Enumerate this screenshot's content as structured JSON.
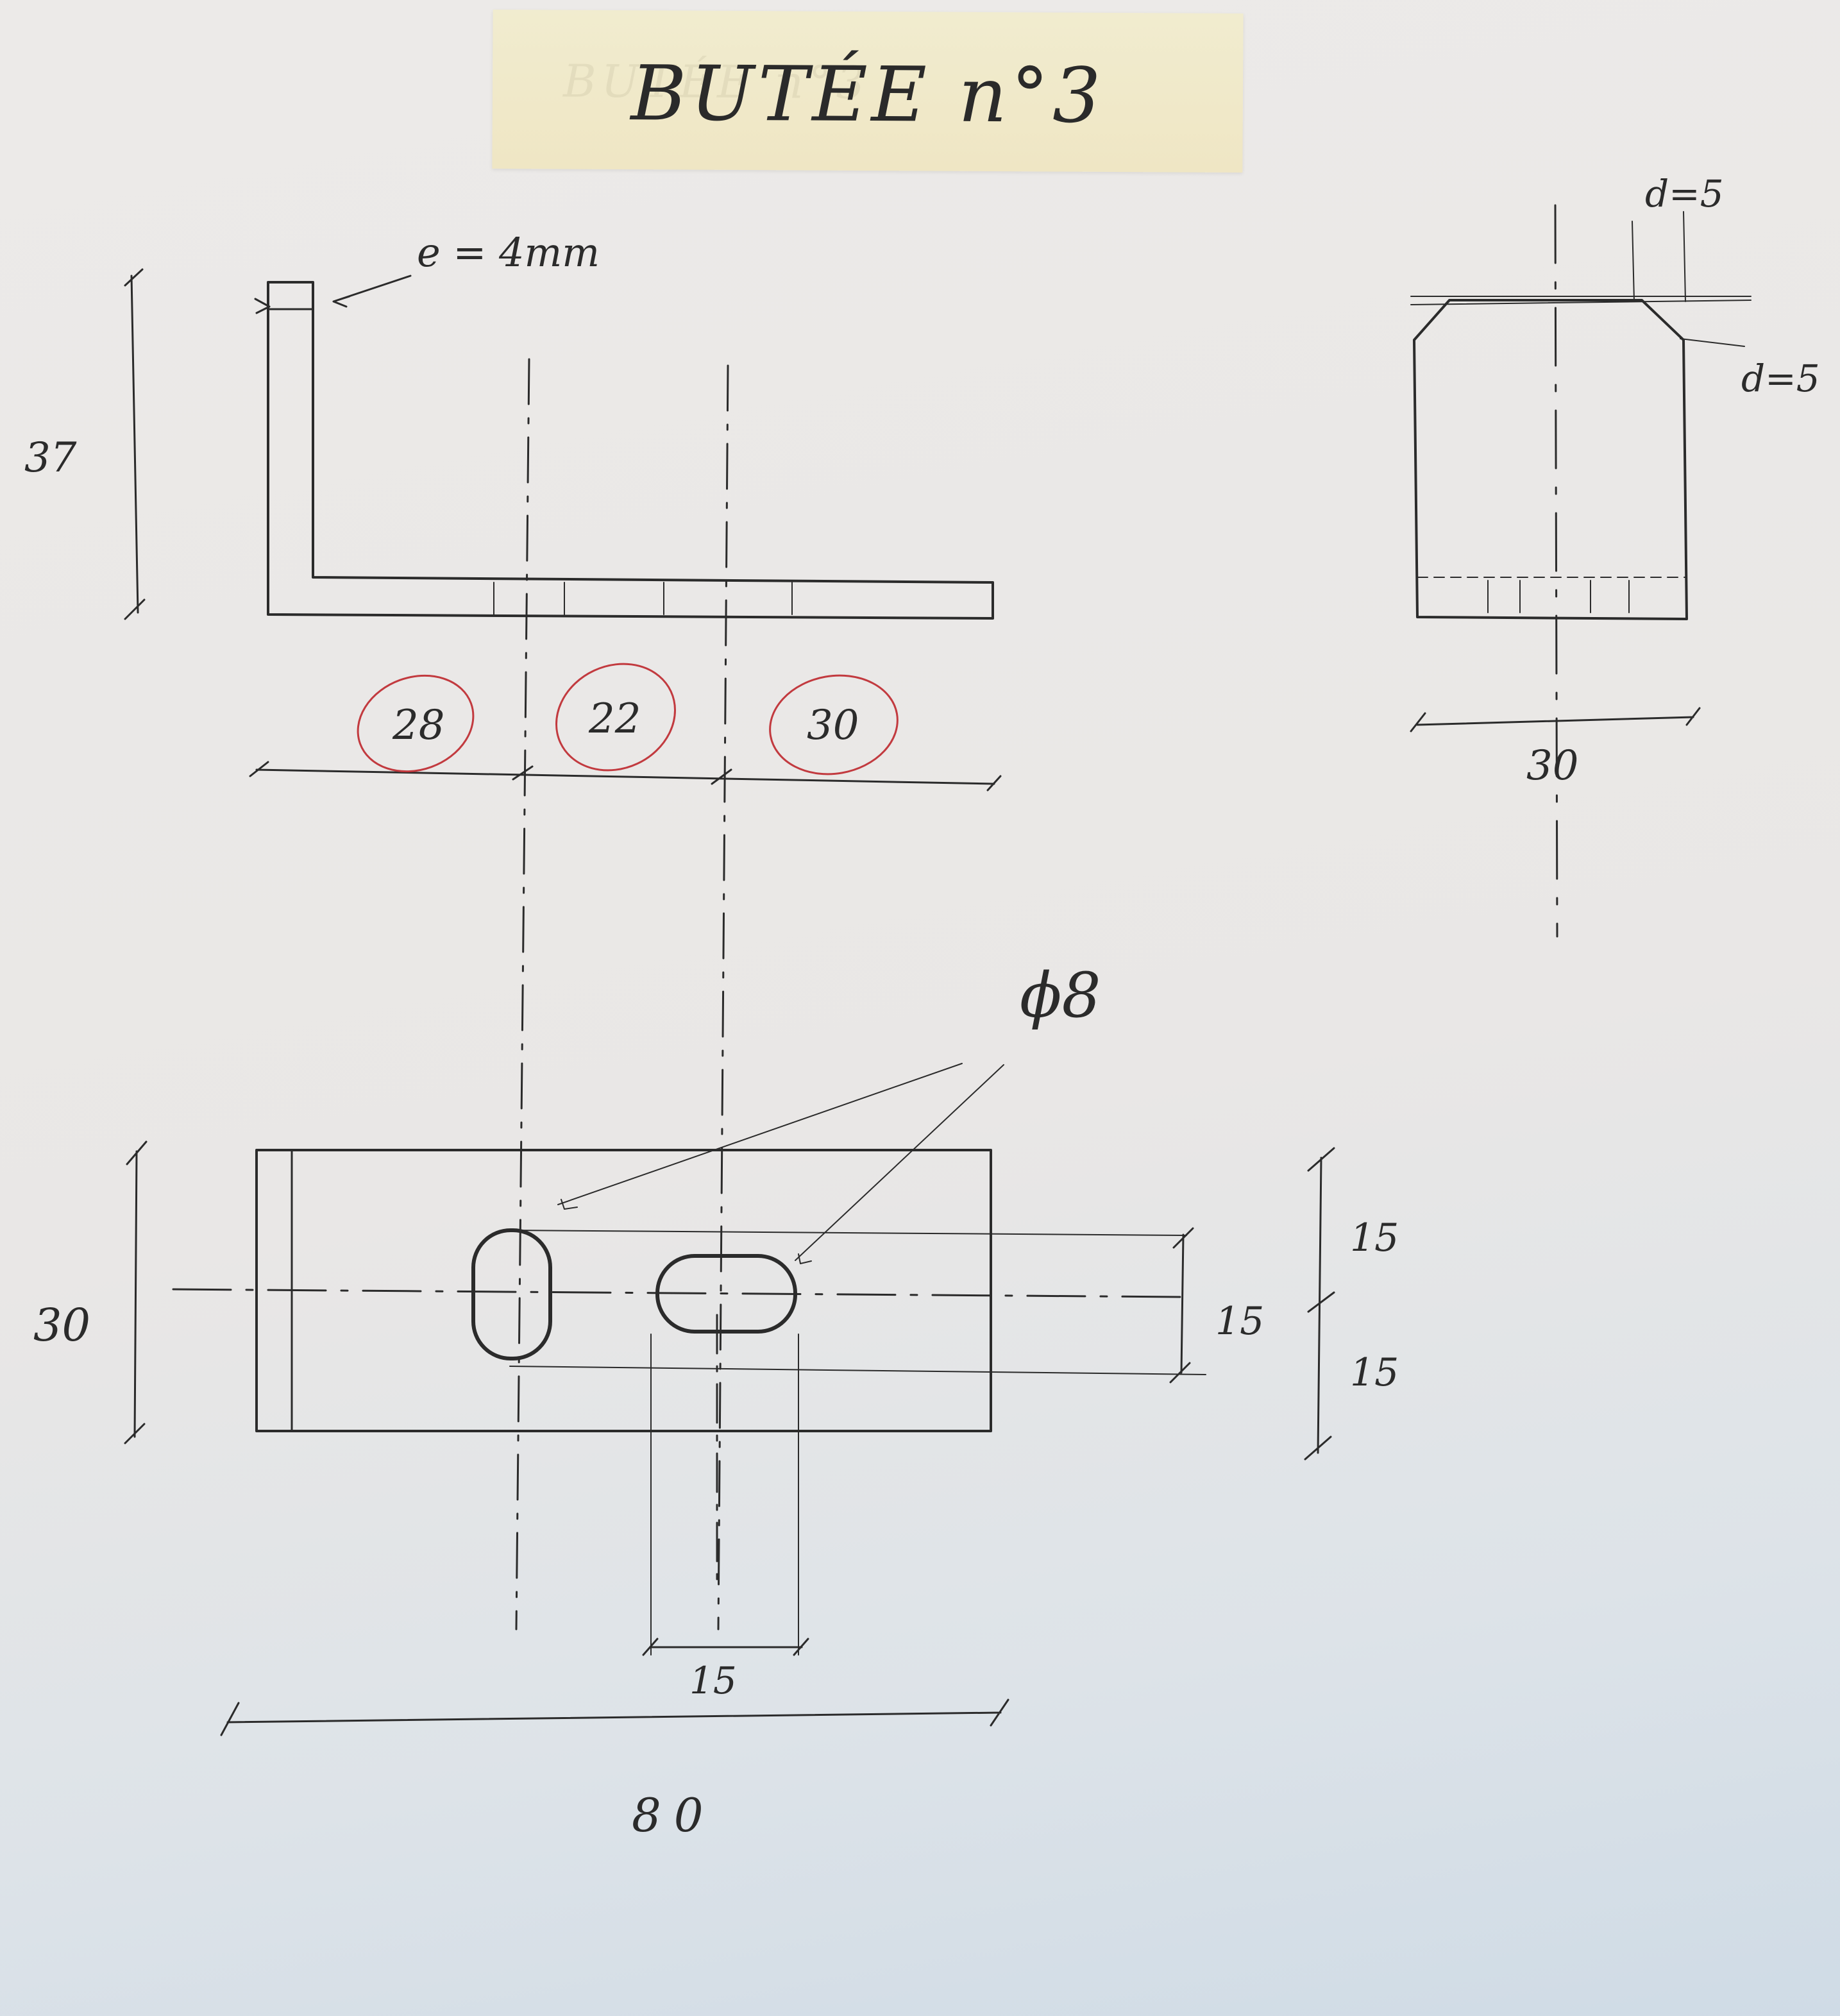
{
  "title": "BUTÉE n°3",
  "thickness_note": "e = 4mm",
  "side_view": {
    "height": "37",
    "segments": [
      "28",
      "22",
      "30"
    ]
  },
  "end_view": {
    "chamfer_top": "d=5",
    "chamfer_side": "d=5",
    "width": "30"
  },
  "top_view": {
    "hole_diameter": "ϕ8",
    "height": "30",
    "right_dims": [
      "15",
      "15",
      "15"
    ],
    "slot_width": "15",
    "length": "80"
  },
  "colors": {
    "ink": "#2b2b2b",
    "circle_red": "#c23a3f",
    "note": "#efe6c4"
  }
}
